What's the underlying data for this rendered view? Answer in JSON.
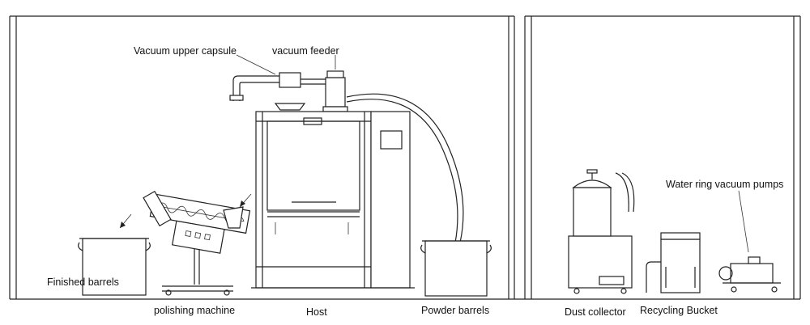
{
  "labels": {
    "vacuum_upper_capsule": "Vacuum upper capsule",
    "vacuum_feeder": "vacuum feeder",
    "finished_barrels": "Finished barrels",
    "polishing_machine": "polishing machine",
    "host": "Host",
    "powder_barrels": "Powder barrels",
    "dust_collector": "Dust collector",
    "recycling_bucket": "Recycling Bucket",
    "water_ring_vacuum_pumps": "Water ring vacuum pumps"
  }
}
